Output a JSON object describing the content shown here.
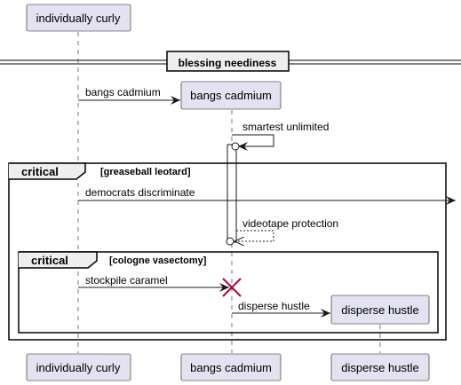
{
  "participants": {
    "curly": "individually curly",
    "bangs": "bangs cadmium",
    "disperse": "disperse hustle"
  },
  "divider": {
    "label": "blessing neediness"
  },
  "messages": {
    "m1": "bangs cadmium",
    "m2": "smartest unlimited",
    "m3": "democrats discriminate",
    "m4": "videotape protection",
    "m5": "stockpile caramel",
    "m6": "disperse hustle"
  },
  "fragments": {
    "outer": {
      "keyword": "critical",
      "guard": "[greaseball leotard]"
    },
    "inner": {
      "keyword": "critical",
      "guard": "[cologne vasectomy]"
    }
  },
  "colors": {
    "participant_fill": "#E2E2F0",
    "destroy_mark": "#A80036"
  }
}
